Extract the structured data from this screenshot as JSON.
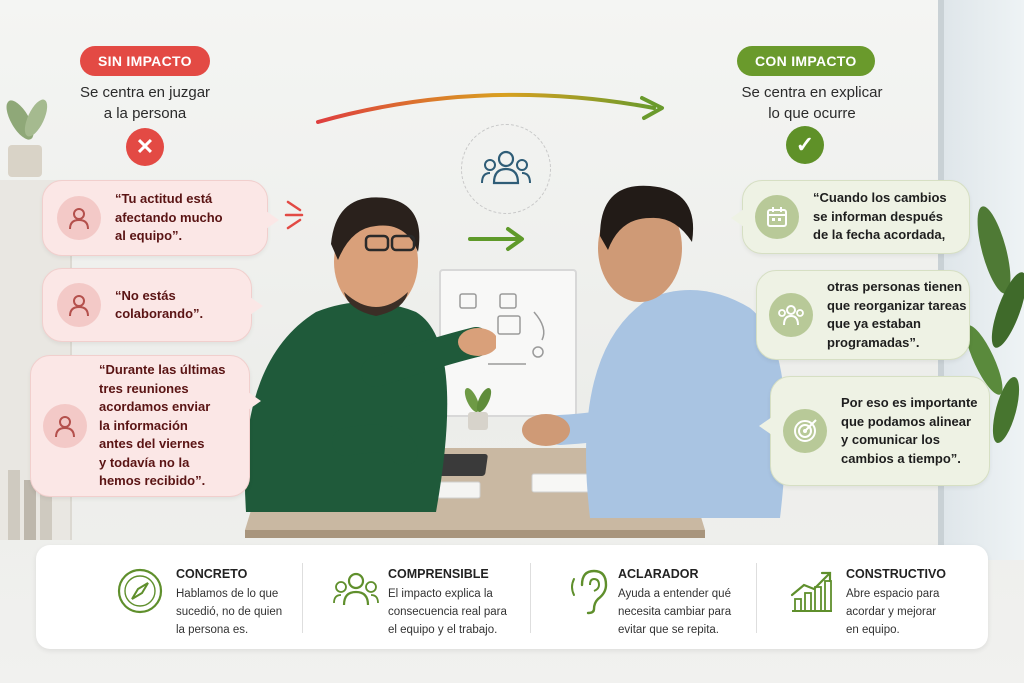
{
  "left": {
    "badge": "SIN IMPACTO",
    "subtitle_l1": "Se centra en juzgar",
    "subtitle_l2": "a la persona",
    "badge_color": "#e34a44",
    "icon": "x-icon",
    "bubbles": [
      {
        "icon": "person-icon",
        "lines": [
          "“Tu actitud está",
          "afectando mucho",
          "al equipo”."
        ]
      },
      {
        "icon": "person-icon",
        "lines": [
          "“No estás",
          "colaborando”."
        ]
      },
      {
        "icon": "person-icon",
        "lines": [
          "“Durante las últimas",
          "tres reuniones",
          "acordamos enviar",
          "la información",
          "antes del viernes",
          "y todavía no la",
          "hemos recibido”."
        ]
      }
    ]
  },
  "right": {
    "badge": "CON IMPACTO",
    "subtitle_l1": "Se centra en explicar",
    "subtitle_l2": "lo que ocurre",
    "badge_color": "#6a9a2c",
    "icon": "check-icon",
    "bubbles": [
      {
        "icon": "calendar-icon",
        "lines": [
          "“Cuando los cambios",
          "se informan después",
          "de la fecha acordada,"
        ]
      },
      {
        "icon": "group-icon",
        "lines": [
          "otras personas tienen",
          "que reorganizar tareas",
          "que ya estaban",
          "programadas”."
        ]
      },
      {
        "icon": "target-icon",
        "lines": [
          "Por eso es importante",
          "que podamos alinear",
          "y comunicar los",
          "cambios a tiempo”."
        ]
      }
    ]
  },
  "center_icon": "team-icon",
  "features": [
    {
      "icon": "compass-icon",
      "title": "CONCRETO",
      "lines": [
        "Hablamos de lo que",
        "sucedió, no de quien",
        "la persona es."
      ]
    },
    {
      "icon": "people-icon",
      "title": "COMPRENSIBLE",
      "lines": [
        "El impacto explica la",
        "consecuencia real para",
        "el equipo y el trabajo."
      ]
    },
    {
      "icon": "ear-icon",
      "title": "ACLARADOR",
      "lines": [
        "Ayuda a entender qué",
        "necesita cambiar para",
        "evitar que se repita."
      ]
    },
    {
      "icon": "growth-chart-icon",
      "title": "CONSTRUCTIVO",
      "lines": [
        "Abre espacio para",
        "acordar y mejorar",
        "en equipo."
      ]
    }
  ]
}
